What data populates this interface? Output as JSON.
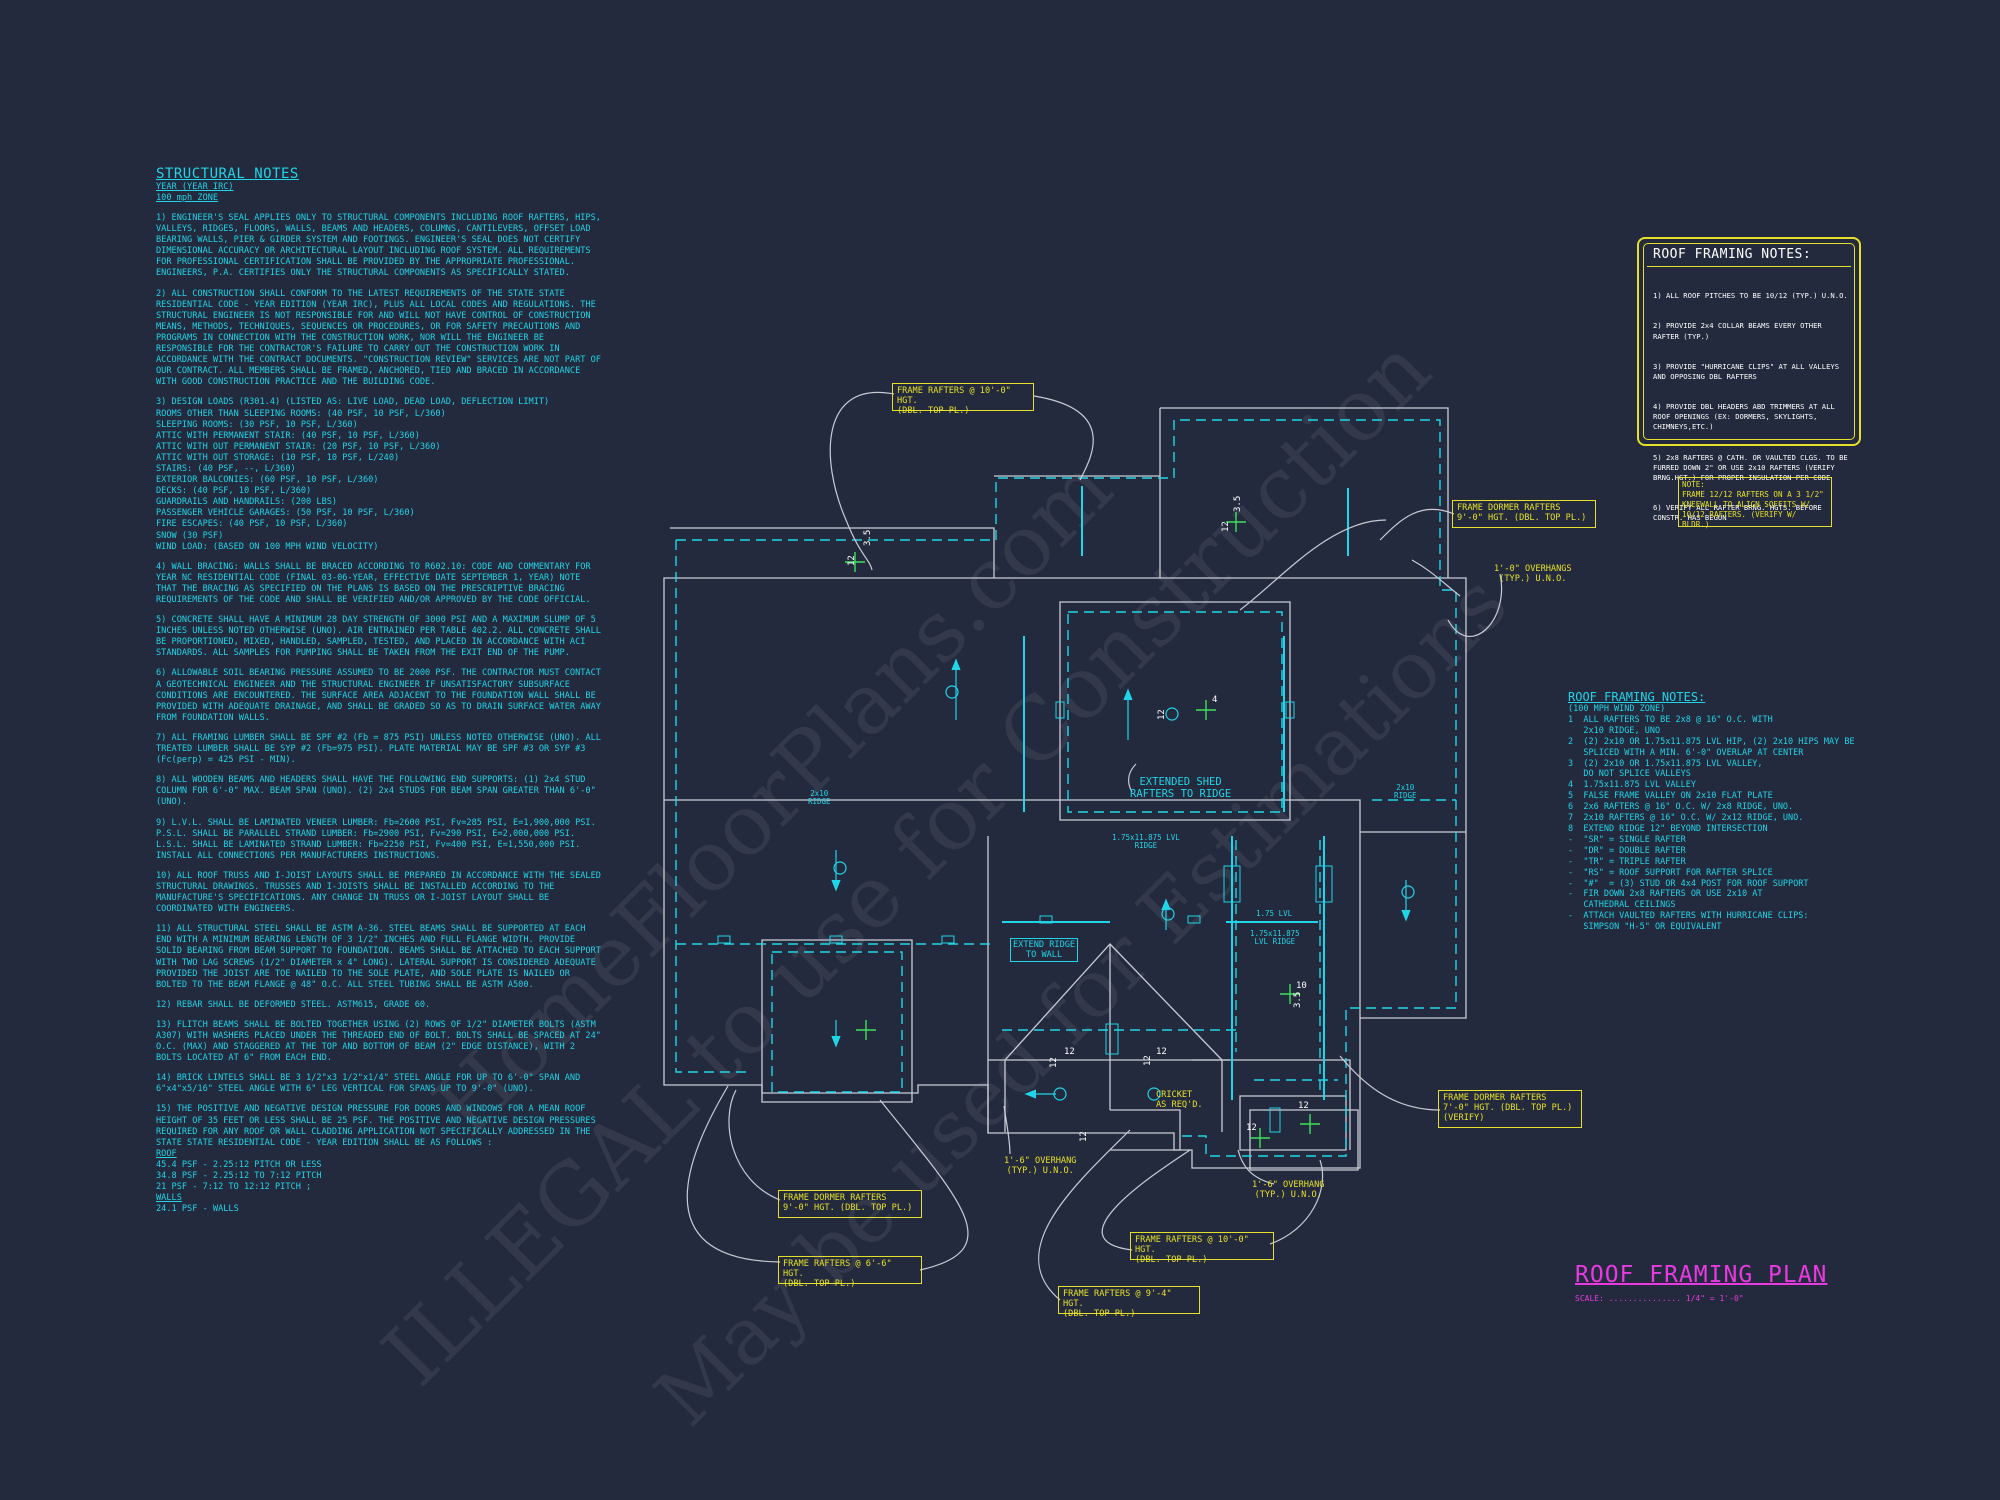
{
  "structural_notes": {
    "title": "STRUCTURAL NOTES",
    "year_line": "YEAR (YEAR IRC)",
    "zone_line": "100 mph ZONE",
    "paragraphs": [
      "1) ENGINEER'S SEAL APPLIES ONLY TO STRUCTURAL COMPONENTS INCLUDING ROOF RAFTERS, HIPS, VALLEYS, RIDGES, FLOORS, WALLS, BEAMS AND HEADERS, COLUMNS, CANTILEVERS, OFFSET LOAD BEARING WALLS, PIER & GIRDER SYSTEM AND FOOTINGS. ENGINEER'S SEAL DOES NOT CERTIFY DIMENSIONAL ACCURACY OR ARCHITECTURAL LAYOUT INCLUDING ROOF SYSTEM. ALL REQUIREMENTS FOR PROFESSIONAL CERTIFICATION SHALL BE PROVIDED BY THE APPROPRIATE PROFESSIONAL. ENGINEERS, P.A. CERTIFIES ONLY THE STRUCTURAL COMPONENTS AS SPECIFICALLY STATED.",
      "2) ALL CONSTRUCTION SHALL CONFORM TO THE LATEST REQUIREMENTS OF THE STATE STATE RESIDENTIAL CODE - YEAR EDITION (YEAR IRC), PLUS ALL LOCAL CODES AND REGULATIONS. THE STRUCTURAL ENGINEER IS NOT RESPONSIBLE FOR AND WILL NOT HAVE CONTROL OF CONSTRUCTION MEANS, METHODS, TECHNIQUES, SEQUENCES OR PROCEDURES, OR FOR SAFETY PRECAUTIONS AND PROGRAMS IN CONNECTION WITH THE CONSTRUCTION WORK, NOR WILL THE ENGINEER BE RESPONSIBLE FOR THE CONTRACTOR'S FAILURE TO CARRY OUT THE CONSTRUCTION WORK IN ACCORDANCE WITH THE CONTRACT DOCUMENTS. \"CONSTRUCTION REVIEW\" SERVICES ARE NOT PART OF OUR CONTRACT. ALL MEMBERS SHALL BE FRAMED, ANCHORED, TIED AND BRACED IN ACCORDANCE WITH GOOD CONSTRUCTION PRACTICE AND THE BUILDING CODE.",
      "3) DESIGN LOADS (R301.4) (LISTED AS: LIVE LOAD, DEAD LOAD, DEFLECTION LIMIT)\nROOMS OTHER THAN SLEEPING ROOMS: (40 PSF, 10 PSF, L/360)\nSLEEPING ROOMS: (30 PSF, 10 PSF, L/360)\nATTIC WITH PERMANENT STAIR: (40 PSF, 10 PSF, L/360)\nATTIC WITH OUT PERMANENT STAIR: (20 PSF, 10 PSF, L/360)\nATTIC WITH OUT STORAGE: (10 PSF, 10 PSF, L/240)\nSTAIRS: (40 PSF, --, L/360)\nEXTERIOR BALCONIES: (60 PSF, 10 PSF, L/360)\nDECKS: (40 PSF, 10 PSF, L/360)\nGUARDRAILS AND HANDRAILS: (200 LBS)\nPASSENGER VEHICLE GARAGES: (50 PSF, 10 PSF, L/360)\nFIRE ESCAPES: (40 PSF, 10 PSF, L/360)\nSNOW (30 PSF)\nWIND LOAD: (BASED ON 100 MPH WIND VELOCITY)",
      "4) WALL BRACING: WALLS SHALL BE BRACED ACCORDING TO R602.10: CODE AND COMMENTARY FOR YEAR NC RESIDENTIAL CODE (FINAL 03-06-YEAR, EFFECTIVE DATE SEPTEMBER 1, YEAR) NOTE THAT THE BRACING AS SPECIFIED ON THE PLANS IS BASED ON THE PRESCRIPTIVE BRACING REQUIREMENTS OF THE CODE AND SHALL BE VERIFIED AND/OR APPROVED BY THE CODE OFFICIAL.",
      "5) CONCRETE SHALL HAVE A MINIMUM 28 DAY STRENGTH OF 3000 PSI AND A MAXIMUM SLUMP OF 5 INCHES UNLESS NOTED OTHERWISE (UNO). AIR ENTRAINED PER TABLE 402.2. ALL CONCRETE SHALL BE PROPORTIONED, MIXED, HANDLED, SAMPLED, TESTED, AND PLACED IN ACCORDANCE WITH ACI STANDARDS. ALL SAMPLES FOR PUMPING SHALL BE TAKEN FROM THE EXIT END OF THE PUMP.",
      "6) ALLOWABLE SOIL BEARING PRESSURE ASSUMED TO BE 2000 PSF. THE CONTRACTOR MUST CONTACT A GEOTECHNICAL ENGINEER AND THE STRUCTURAL ENGINEER IF UNSATISFACTORY SUBSURFACE CONDITIONS ARE ENCOUNTERED. THE SURFACE AREA ADJACENT TO THE FOUNDATION WALL SHALL BE PROVIDED WITH ADEQUATE DRAINAGE, AND SHALL BE GRADED SO AS TO DRAIN SURFACE WATER AWAY FROM FOUNDATION WALLS.",
      "7) ALL FRAMING LUMBER SHALL BE SPF #2 (Fb = 875 PSI) UNLESS NOTED OTHERWISE (UNO). ALL TREATED LUMBER SHALL BE SYP #2 (Fb=975 PSI). PLATE MATERIAL MAY BE SPF #3 OR SYP #3 (Fc(perp) = 425 PSI - MIN).",
      "8) ALL WOODEN BEAMS AND HEADERS SHALL HAVE THE FOLLOWING END SUPPORTS: (1) 2x4 STUD COLUMN FOR 6'-0\" MAX. BEAM SPAN (UNO). (2) 2x4 STUDS FOR BEAM SPAN GREATER THAN 6'-0\" (UNO).",
      "9) L.V.L. SHALL BE LAMINATED VENEER LUMBER: Fb=2600 PSI, Fv=285 PSI, E=1,900,000 PSI. P.S.L. SHALL BE PARALLEL STRAND LUMBER: Fb=2900 PSI, Fv=290 PSI, E=2,000,000 PSI. L.S.L. SHALL BE LAMINATED STRAND LUMBER: Fb=2250 PSI, Fv=400 PSI, E=1,550,000 PSI. INSTALL ALL CONNECTIONS PER MANUFACTURERS INSTRUCTIONS.",
      "10) ALL ROOF TRUSS AND I-JOIST LAYOUTS SHALL BE PREPARED IN ACCORDANCE WITH THE SEALED STRUCTURAL DRAWINGS. TRUSSES AND I-JOISTS SHALL BE INSTALLED ACCORDING TO THE MANUFACTURE'S SPECIFICATIONS. ANY CHANGE IN TRUSS OR I-JOIST LAYOUT SHALL BE COORDINATED WITH ENGINEERS.",
      "11) ALL STRUCTURAL STEEL SHALL BE ASTM A-36. STEEL BEAMS SHALL BE SUPPORTED AT EACH END WITH A MINIMUM BEARING LENGTH OF 3 1/2\" INCHES AND FULL FLANGE WIDTH. PROVIDE SOLID BEARING FROM BEAM SUPPORT TO FOUNDATION. BEAMS SHALL BE ATTACHED TO EACH SUPPORT WITH TWO LAG SCREWS (1/2\" DIAMETER x 4\" LONG). LATERAL SUPPORT IS CONSIDERED ADEQUATE PROVIDED THE JOIST ARE TOE NAILED TO THE SOLE PLATE, AND SOLE PLATE IS NAILED OR BOLTED TO THE BEAM FLANGE @ 48\" O.C. ALL STEEL TUBING SHALL BE ASTM A500.",
      "12) REBAR SHALL BE DEFORMED STEEL. ASTM615, GRADE 60.",
      "13) FLITCH BEAMS SHALL BE BOLTED TOGETHER USING (2) ROWS OF 1/2\" DIAMETER BOLTS (ASTM A307) WITH WASHERS PLACED UNDER THE THREADED END OF BOLT. BOLTS SHALL BE SPACED AT 24\" O.C. (MAX) AND STAGGERED AT THE TOP AND BOTTOM OF BEAM (2\" EDGE DISTANCE), WITH 2 BOLTS LOCATED AT 6\" FROM EACH END.",
      "14) BRICK LINTELS SHALL BE 3 1/2\"x3 1/2\"x1/4\" STEEL ANGLE FOR UP TO 6'-0\" SPAN AND 6\"x4\"x5/16\" STEEL ANGLE WITH 6\" LEG VERTICAL FOR SPANS UP TO 9'-0\" (UNO).",
      "15) THE POSITIVE AND NEGATIVE DESIGN PRESSURE FOR DOORS AND WINDOWS FOR A MEAN ROOF HEIGHT OF 35 FEET OR LESS SHALL BE 25 PSF. THE POSITIVE AND NEGATIVE DESIGN PRESSURES REQUIRED FOR ANY ROOF OR WALL CLADDING APPLICATION NOT SPECIFICALLY ADDRESSED IN THE STATE STATE RESIDENTIAL CODE - YEAR EDITION SHALL BE AS FOLLOWS :"
    ],
    "roof_heading": "ROOF",
    "roof_lines": [
      "45.4 PSF - 2.25:12 PITCH OR LESS",
      "34.8 PSF - 2.25:12 TO 7:12 PITCH",
      "21 PSF - 7:12 TO 12:12 PITCH ;"
    ],
    "walls_heading": "WALLS",
    "walls_lines": [
      "24.1 PSF - WALLS"
    ]
  },
  "roof_framing_notes_box": {
    "title": "ROOF FRAMING NOTES:",
    "items": [
      "1) ALL ROOF PITCHES TO BE 10/12 (TYP.) U.N.O.",
      "2) PROVIDE 2x4 COLLAR BEAMS EVERY OTHER RAFTER (TYP.)",
      "3) PROVIDE \"HURRICANE CLIPS\" AT ALL VALLEYS AND OPPOSING DBL RAFTERS",
      "4) PROVIDE DBL HEADERS ABD TRIMMERS AT ALL ROOF OPENINGS (EX: DORMERS, SKYLIGHTS, CHIMNEYS,ETC.)",
      "5) 2x8 RAFTERS @ CATH. OR VAULTED CLGS. TO BE FURRED DOWN 2\" OR USE 2x10 RAFTERS (VERIFY BRNG.HGT.) FOR PROPER INSULATION PER CODE",
      "6) VERIFY ALL RAFTER BRNG. HGTS. BEFORE CONSTR. HAS BEGUN"
    ]
  },
  "yellow_note": {
    "text": "NOTE:\nFRAME 12/12 RAFTERS ON A 3 1/2\"\nKNEEWALL TO ALIGN SOFFITS W/\n10/12 RAFTERS. (VERIFY W/ BLDR.)"
  },
  "roof_framing_notes_2": {
    "title": "ROOF FRAMING NOTES:",
    "subtitle": "(100 MPH WIND ZONE)",
    "items": [
      "1  ALL RAFTERS TO BE 2x8 @ 16\" O.C. WITH\n   2x10 RIDGE, UNO",
      "2  (2) 2x10 OR 1.75x11.875 LVL HIP, (2) 2x10 HIPS MAY BE\n   SPLICED WITH A MIN. 6'-0\" OVERLAP AT CENTER",
      "3  (2) 2x10 OR 1.75x11.875 LVL VALLEY,\n   DO NOT SPLICE VALLEYS",
      "4  1.75x11.875 LVL VALLEY",
      "5  FALSE FRAME VALLEY ON 2x10 FLAT PLATE",
      "6  2x6 RAFTERS @ 16\" O.C. W/ 2x8 RIDGE, UNO.",
      "7  2x10 RAFTERS @ 16\" O.C. W/ 2x12 RIDGE, UNO.",
      "8  EXTEND RIDGE 12\" BEYOND INTERSECTION",
      "-  \"SR\" = SINGLE RAFTER",
      "-  \"DR\" = DOUBLE RAFTER",
      "-  \"TR\" = TRIPLE RAFTER",
      "-  \"RS\" = ROOF SUPPORT FOR RAFTER SPLICE",
      "-  \"#\"  = (3) STUD OR 4x4 POST FOR ROOF SUPPORT",
      "-  FIR DOWN 2x8 RAFTERS OR USE 2x10 AT\n   CATHEDRAL CEILINGS",
      "-  ATTACH VAULTED RAFTERS WITH HURRICANE CLIPS:\n   SIMPSON \"H-5\" OR EQUIVALENT"
    ]
  },
  "plan_title": "ROOF FRAMING PLAN",
  "plan_scale": "SCALE: ............... 1/4\" = 1'-0\"",
  "callouts": {
    "top_rafters": "FRAME RAFTERS @ 10'-0\" HGT.\n(DBL. TOP PL.)",
    "dormer_right_top": "FRAME DORMER RAFTERS\n9'-0\" HGT. (DBL. TOP PL.)",
    "overhang_right": "1'-0\" OVERHANGS\n(TYP.) U.N.O.",
    "extended_shed": "EXTENDED SHED\nRAFTERS TO RIDGE",
    "extend_ridge": "EXTEND RIDGE\nTO WALL",
    "cricket": "CRICKET\nAS REQ'D.",
    "overhang_bottom_left": "1'-6\" OVERHANG\n(TYP.) U.N.O.",
    "overhang_bottom_right": "1'-6\" OVERHANG\n(TYP.) U.N.O.",
    "dormer_right_bottom": "FRAME DORMER RAFTERS\n7'-0\" HGT. (DBL. TOP PL.)\n(VERIFY)",
    "dormer_left_bottom": "FRAME DORMER RAFTERS\n9'-0\" HGT. (DBL. TOP PL.)",
    "rafters_6_6": "FRAME RAFTERS @ 6'-6\" HGT.\n(DBL. TOP PL.)",
    "rafters_10_0_bottom": "FRAME RAFTERS @ 10'-0\" HGT.\n(DBL. TOP PL.)",
    "rafters_9_4": "FRAME RAFTERS @ 9'-4\" HGT.\n(DBL. TOP PL.)"
  },
  "plan_tags": {
    "ridge_left": "2x10\nRIDGE",
    "ridge_right": "2x10\nRIDGE",
    "lvl_center": "1.75x11.875 LVL\nRIDGE",
    "lvl_small": "1.75 LVL",
    "lvl_small2": "1.75x11.875\nLVL RIDGE",
    "pitch_12": "12",
    "pitch_10": "10",
    "pitch_4": "4",
    "pitch_35": "3.5"
  },
  "watermark": {
    "line1": "ILLEGAL to use for Construction",
    "line2": "May be used for Estimations",
    "line3": "HomeFloorPlans.com"
  },
  "colors": {
    "background": "#242a3d",
    "cyan": "#21d4e8",
    "yellow": "#e6e02a",
    "magenta": "#e83ae0",
    "white_lines": "#c9ccd6"
  }
}
